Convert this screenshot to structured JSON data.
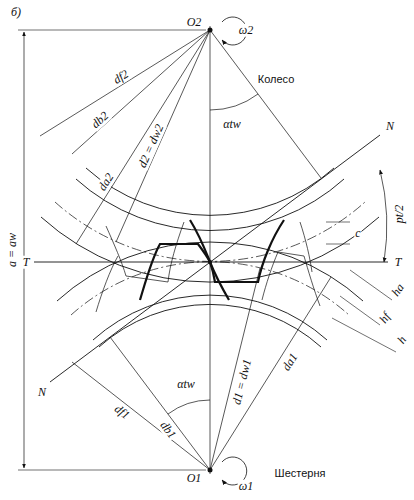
{
  "diagram": {
    "labels": [
      "б)",
      "O2",
      "ω2",
      "Колесо",
      "df2",
      "db2",
      "da2",
      "d2 = dw2",
      "αtw",
      "N",
      "a = aw",
      "T",
      "T",
      "pt/2",
      "c",
      "ha",
      "hf",
      "h",
      "N",
      "df1",
      "αtw",
      "db1",
      "da1",
      "d1 = dw1",
      "O1",
      "ω1",
      "Шестерня"
    ]
  }
}
